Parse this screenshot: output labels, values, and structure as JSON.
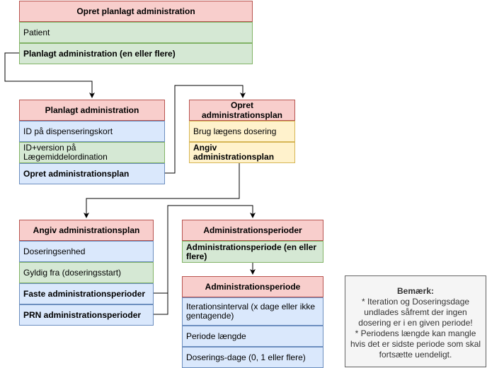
{
  "entities": {
    "opret_planlagt": {
      "header": "Opret planlagt administration",
      "rows": [
        "Patient",
        "Planlagt administration (en eller flere)"
      ]
    },
    "planlagt": {
      "header": "Planlagt administration",
      "rows": [
        "ID på dispenseringskort",
        "ID+version på Lægemiddelordination",
        "Opret administrationsplan"
      ]
    },
    "opret_plan": {
      "header": "Opret administrationsplan",
      "rows": [
        "Brug lægens dosering",
        "Angiv administrationsplan"
      ]
    },
    "angiv_plan": {
      "header": "Angiv administrationsplan",
      "rows": [
        "Doseringsenhed",
        "Gyldig fra (doseringsstart)",
        "Faste administrationsperioder",
        "PRN administrationsperioder"
      ]
    },
    "perioder": {
      "header": "Administrationsperioder",
      "rows": [
        "Administrationsperiode (en eller flere)"
      ]
    },
    "periode": {
      "header": "Administrationsperiode",
      "rows": [
        "Iterationsinterval (x dage eller ikke gentagende)",
        "Periode længde",
        "Doserings-dage (0, 1 eller flere)"
      ]
    }
  },
  "note": {
    "title": "Bemærk:",
    "lines": [
      "* Iteration og Doseringsdage undlades såfremt der ingen dosering er i en given periode!",
      "* Periodens længde kan mangle hvis det er sidste periode som skal fortsætte uendeligt."
    ]
  },
  "colors": {
    "header_fill": "#f8cecc",
    "header_stroke": "#b85450",
    "green_fill": "#d5e8d4",
    "blue_fill": "#dae8fc",
    "yellow_fill": "#fff2cc",
    "note_fill": "#f5f5f5"
  }
}
